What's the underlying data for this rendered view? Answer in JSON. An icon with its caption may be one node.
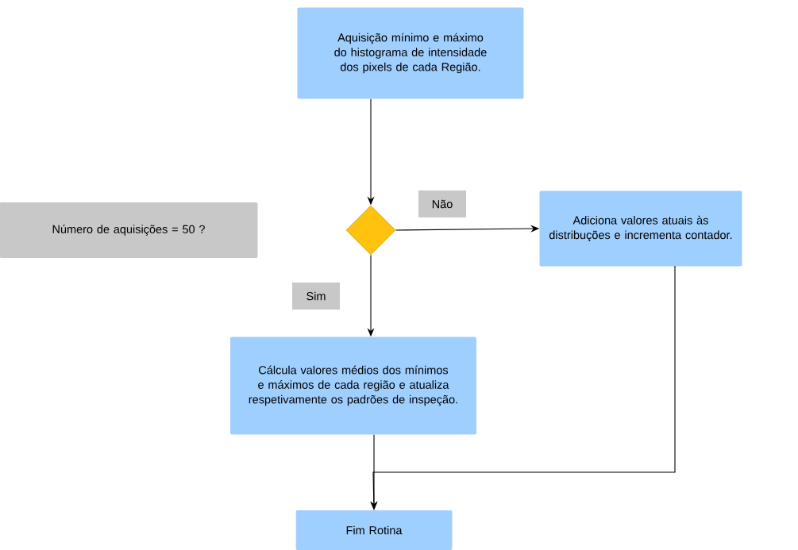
{
  "diagram": {
    "nodes": [
      {
        "text": [
          "Aquisição mínimo e máximo do histograma de intensidade dos pixels de cada Região."
        ]
      },
      {
        "text": [
          "Número de aquisições = 50 ?"
        ]
      },
      {
        "text": [],
        "shape": "diamond"
      },
      {
        "text": [
          "Adiciona valores atuais às distribuções e incrementa contador."
        ]
      },
      {
        "text": [
          "Cálcula valores médios dos mínimos e máximos de cada região e atualiza respetivamente os padrões de inspeção."
        ]
      },
      {
        "text": [
          "Fim Rotina"
        ]
      }
    ],
    "edges": [
      {
        "from": 0,
        "to": 2,
        "arrow": "to"
      },
      {
        "from": 2,
        "to": 3,
        "arrow": "to",
        "label": "Não"
      },
      {
        "from": 2,
        "to": 4,
        "arrow": "to",
        "label": "Sim"
      },
      {
        "from": 4,
        "to": 5,
        "arrow": "to"
      },
      {
        "from": 3,
        "to": 5,
        "arrow": "to"
      }
    ]
  }
}
